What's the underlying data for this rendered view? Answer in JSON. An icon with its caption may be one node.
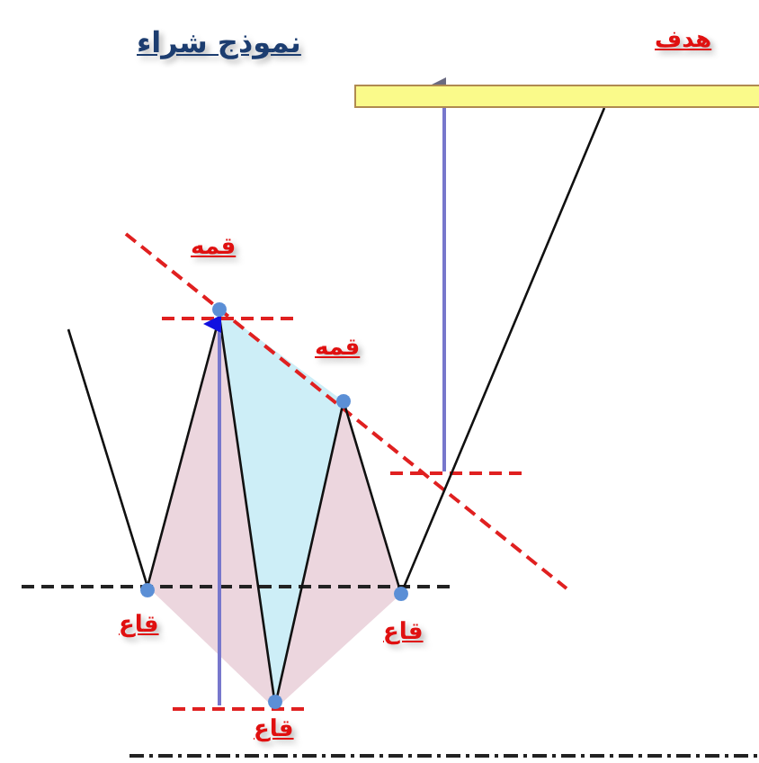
{
  "diagram": {
    "title": "نموذج شراء",
    "nodes": [
      {
        "text": [
          "هدف"
        ]
      }
    ],
    "labels": [
      "قمه",
      "قمه",
      "قاع",
      "قاع",
      "قاع"
    ]
  }
}
